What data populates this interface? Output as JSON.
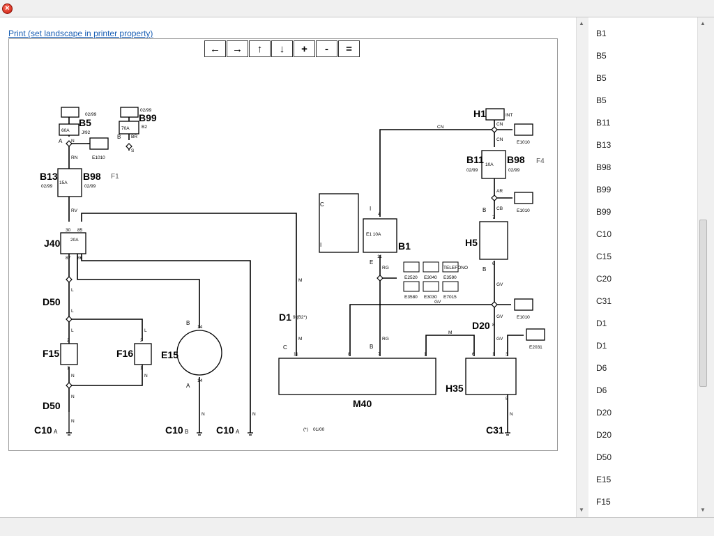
{
  "window": {
    "close_glyph": "×"
  },
  "print_link": "Print (set landscape in printer property)",
  "nav": [
    {
      "name": "nav-left-button",
      "glyph": "←"
    },
    {
      "name": "nav-right-button",
      "glyph": "→"
    },
    {
      "name": "nav-up-button",
      "glyph": "↑"
    },
    {
      "name": "nav-down-button",
      "glyph": "↓"
    },
    {
      "name": "zoom-in-button",
      "glyph": "+"
    },
    {
      "name": "zoom-out-button",
      "glyph": "-"
    },
    {
      "name": "zoom-reset-button",
      "glyph": "="
    }
  ],
  "components": {
    "b5": "B5",
    "b99_top": "B99",
    "b13": "B13",
    "b98_left": "B98",
    "f1": "F1",
    "j40": "J40",
    "d50_a": "D50",
    "d50_b": "D50",
    "f15": "F15",
    "f16": "F16",
    "e15": "E15",
    "c10_a": "C10",
    "c10_b": "C10",
    "c10_c": "C10",
    "d1": "D1",
    "m40": "M40",
    "b1": "B1",
    "h1": "H1",
    "b11": "B11",
    "b98_right": "B98",
    "f4": "F4",
    "h5": "H5",
    "d20": "D20",
    "h35": "H35",
    "c31": "C31"
  },
  "wires": {
    "n": "N",
    "rn": "RN",
    "rv": "RV",
    "l": "L",
    "br": "BR",
    "s": "S",
    "m": "M",
    "cn": "CN",
    "ar": "AR",
    "cb": "CB",
    "gv": "GV",
    "rg": "RG"
  },
  "tags": {
    "a": "A",
    "b": "B",
    "c": "C",
    "e": "E",
    "i": "I",
    "fuse_60a": "60A",
    "fuse_70a": "70A",
    "fuse_15a": "15A",
    "fuse_20a": "20A",
    "fuse_10a": "10A",
    "fuse_e1_10a": "E1 10A",
    "date_0299": "02/99",
    "j92": "J/92",
    "b2": "B2",
    "int": "INT",
    "e1010": "E1010",
    "e2031": "E2031",
    "d1_pins": "9 (B2*)",
    "note_star": "(*)",
    "note_date": "01/00",
    "e2520": "E2520",
    "e3040": "E3040",
    "e3590": "E3590",
    "e3580": "E3580",
    "e3030": "E3030",
    "e7015": "E7015",
    "telefono": "TELEFONO",
    "pin30": "30",
    "pin85": "85",
    "pin87": "87",
    "pin86": "86",
    "pin2": "2",
    "pin1": "1",
    "pin14": "14",
    "pin4": "4",
    "pin11": "11",
    "pin8": "8",
    "pin7": "7",
    "pin6": "6",
    "pin3": "3",
    "pin5": "5"
  },
  "sidebar": {
    "items": [
      "B1",
      "B5",
      "B5",
      "B5",
      "B11",
      "B13",
      "B98",
      "B99",
      "B99",
      "C10",
      "C15",
      "C20",
      "C31",
      "D1",
      "D1",
      "D6",
      "D6",
      "D20",
      "D20",
      "D50",
      "E15",
      "F15"
    ]
  },
  "scroll": {
    "up": "▲",
    "down": "▼"
  }
}
